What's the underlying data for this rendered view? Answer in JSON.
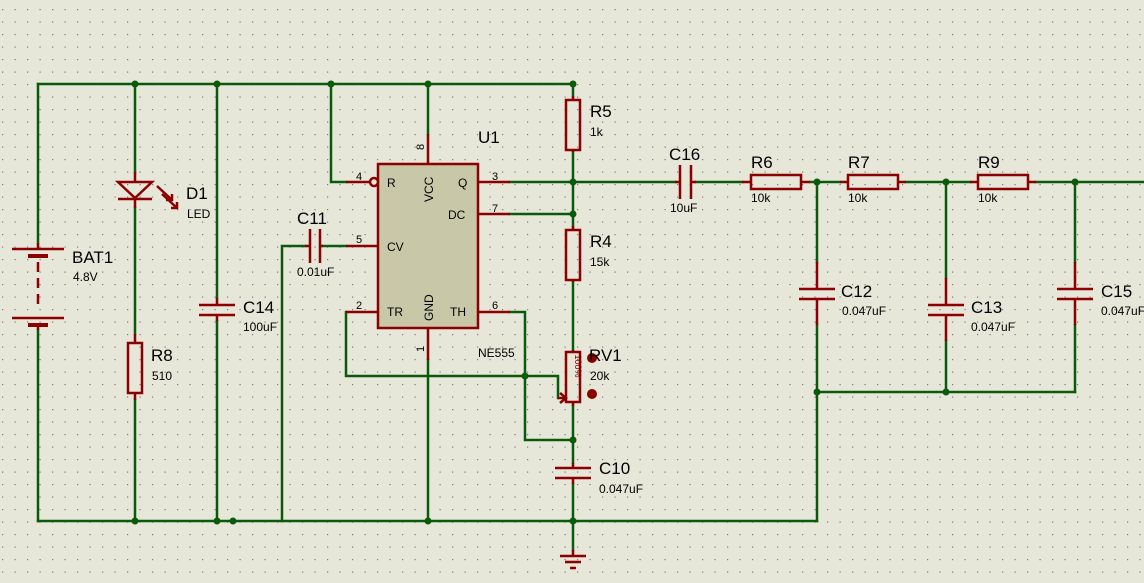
{
  "colors": {
    "background": "#e6e6d9",
    "grid_dot": "#7a7a7a",
    "wire": "#0b5a0b",
    "component": "#8b0000",
    "ic_body": "#c8c8a8",
    "text": "#000000"
  },
  "battery": {
    "ref": "BAT1",
    "value": "4.8V"
  },
  "led": {
    "ref": "D1",
    "value": "LED"
  },
  "r8": {
    "ref": "R8",
    "value": "510"
  },
  "c14": {
    "ref": "C14",
    "value": "100uF"
  },
  "c11": {
    "ref": "C11",
    "value": "0.01uF"
  },
  "ic": {
    "ref": "U1",
    "part": "NE555",
    "pins": {
      "r": "R",
      "vcc": "VCC",
      "q": "Q",
      "dc": "DC",
      "cv": "CV",
      "tr": "TR",
      "gnd": "GND",
      "th": "TH"
    },
    "pin_numbers": {
      "p1": "1",
      "p2": "2",
      "p3": "3",
      "p4": "4",
      "p5": "5",
      "p6": "6",
      "p7": "7",
      "p8": "8"
    }
  },
  "r5": {
    "ref": "R5",
    "value": "1k"
  },
  "r4": {
    "ref": "R4",
    "value": "15k"
  },
  "rv1": {
    "ref": "RV1",
    "value": "20k",
    "position": "100%"
  },
  "c10": {
    "ref": "C10",
    "value": "0.047uF"
  },
  "c16": {
    "ref": "C16",
    "value": "10uF"
  },
  "r6": {
    "ref": "R6",
    "value": "10k"
  },
  "r7": {
    "ref": "R7",
    "value": "10k"
  },
  "r9": {
    "ref": "R9",
    "value": "10k"
  },
  "c12": {
    "ref": "C12",
    "value": "0.047uF"
  },
  "c13": {
    "ref": "C13",
    "value": "0.047uF"
  },
  "c15": {
    "ref": "C15",
    "value": "0.047uF"
  }
}
